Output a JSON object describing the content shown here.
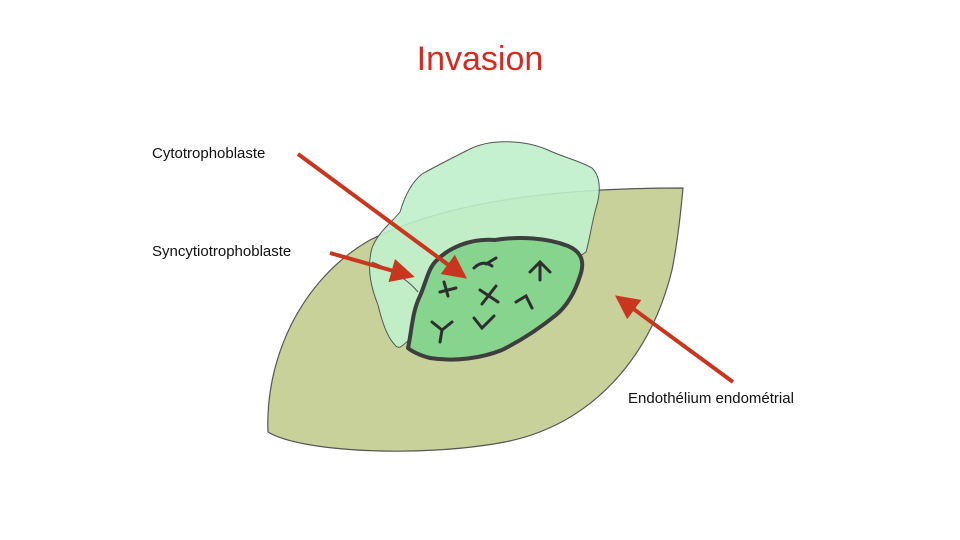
{
  "title": "Invasion",
  "labels": {
    "cytotrophoblaste": "Cytotrophoblaste",
    "syncytiotrophoblaste": "Syncytiotrophoblaste",
    "endothelium": "Endothélium endométrial"
  },
  "colors": {
    "title": "#d42a22",
    "arrow": "#c8361f",
    "endometrium_fill": "#c9d19a",
    "syncytio_fill": "#c0f0cc",
    "cyto_fill": "#86d48e",
    "outline": "#444444"
  }
}
